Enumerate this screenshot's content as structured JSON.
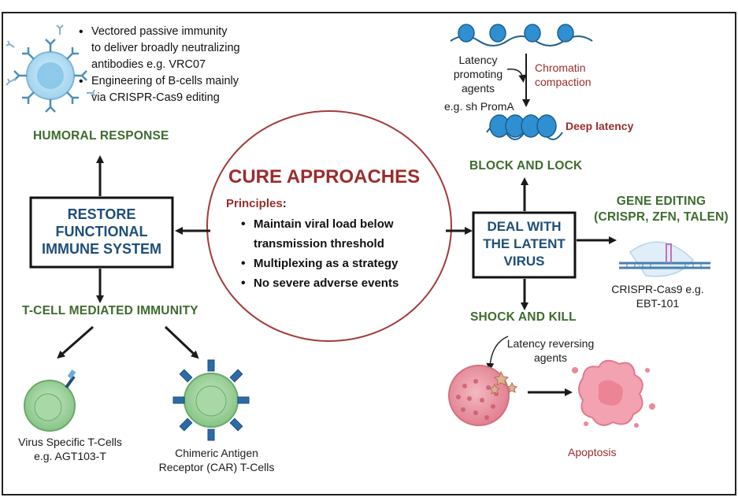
{
  "center": {
    "title": "CURE APPROACHES",
    "principles_label": "Principles",
    "principles_colon": ":",
    "items": [
      "Maintain viral load below",
      "transmission threshold",
      "Multiplexing as a strategy",
      "No severe adverse events"
    ]
  },
  "left": {
    "box_lines": [
      "RESTORE",
      "FUNCTIONAL",
      "IMMUNE SYSTEM"
    ],
    "humoral_title": "HUMORAL RESPONSE",
    "humoral_bullets": [
      "Vectored passive immunity",
      "to deliver broadly neutralizing",
      "antibodies e.g. VRC07",
      "Engineering of B-cells mainly",
      "via CRISPR-Cas9 editing"
    ],
    "tcell_title": "T-CELL MEDIATED IMMUNITY",
    "virus_specific": [
      "Virus Specific T-Cells",
      "e.g. AGT103-T"
    ],
    "car_t": [
      "Chimeric Antigen",
      "Receptor (CAR) T-Cells"
    ]
  },
  "right": {
    "box_lines": [
      "DEAL WITH",
      "THE LATENT",
      "VIRUS"
    ],
    "block_lock": "BLOCK AND LOCK",
    "latency_promoting": [
      "Latency",
      "promoting",
      "agents"
    ],
    "sh_proma": "e.g. sh PromA",
    "chromatin": [
      "Chromatin",
      "compaction"
    ],
    "deep_latency": "Deep latency",
    "gene_editing": [
      "GENE EDITING",
      "(CRISPR, ZFN, TALEN)"
    ],
    "crispr_example": [
      "CRISPR-Cas9 e.g.",
      "EBT-101"
    ],
    "shock_kill": "SHOCK AND KILL",
    "latency_reversing": [
      "Latency reversing",
      "agents"
    ],
    "apoptosis": "Apoptosis"
  },
  "colors": {
    "green": "#3e6b2e",
    "blue": "#1f4e79",
    "red": "#9b2c2c",
    "cell_green": "#9ccf9c",
    "cell_pink": "#e89aa6",
    "nucleosome": "#2f8fd0"
  }
}
